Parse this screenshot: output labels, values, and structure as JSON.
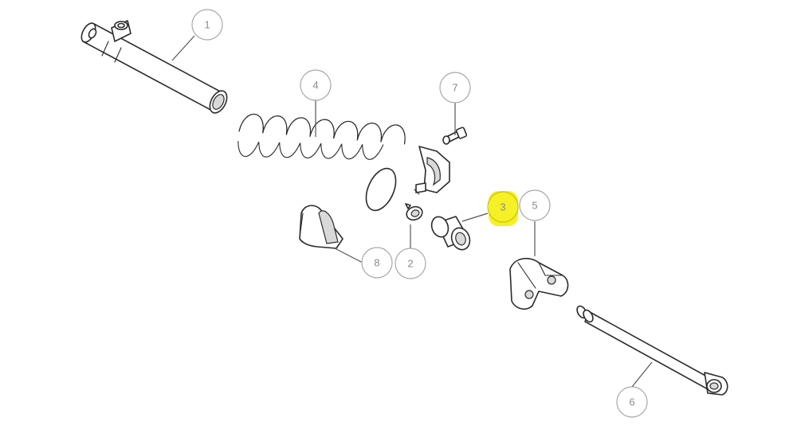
{
  "diagram": {
    "callouts": [
      {
        "id": "1",
        "label": "1"
      },
      {
        "id": "2",
        "label": "2"
      },
      {
        "id": "3",
        "label": "3"
      },
      {
        "id": "4",
        "label": "4"
      },
      {
        "id": "5",
        "label": "5"
      },
      {
        "id": "6",
        "label": "6"
      },
      {
        "id": "7",
        "label": "7"
      },
      {
        "id": "8",
        "label": "8"
      }
    ],
    "highlighted_callout": "3",
    "colors": {
      "highlight": "#f4ee00",
      "callout_stroke": "#a8a8a8",
      "line": "#2b2b2b"
    }
  }
}
